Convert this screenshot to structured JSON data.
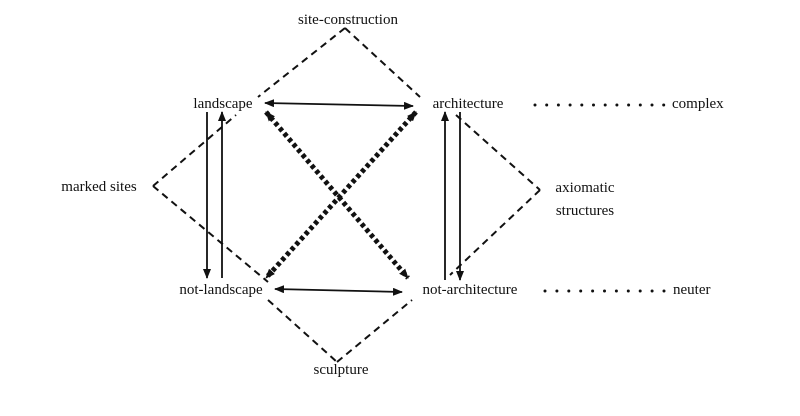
{
  "terms": {
    "site_construction": "site-construction",
    "landscape": "landscape",
    "architecture": "architecture",
    "complex": "complex",
    "marked_sites": "marked sites",
    "axiomatic_line1": "axiomatic",
    "axiomatic_line2": "structures",
    "not_landscape": "not-landscape",
    "not_architecture": "not-architecture",
    "neuter": "neuter",
    "sculpture": "sculpture"
  },
  "colors": {
    "ink": "#111111",
    "background": "#ffffff"
  }
}
